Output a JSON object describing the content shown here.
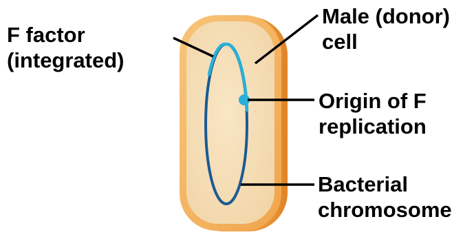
{
  "labels": {
    "f_factor": {
      "line1": "F factor",
      "line2": "(integrated)"
    },
    "male_cell": {
      "line1": "Male (donor)",
      "line2": "cell"
    },
    "origin": {
      "line1": "Origin of F",
      "line2": "replication"
    },
    "chromosome": {
      "line1": "Bacterial",
      "line2": "chromosome"
    }
  },
  "colors": {
    "cell_side": "#EE9A3A",
    "cell_rim": "#F6B965",
    "cytoplasm": "#F6DFB8",
    "chromosome": "#1B5A93",
    "f_factor": "#2AB0D8",
    "origin_dot": "#2AB0D8",
    "leader_lines": "#000000"
  }
}
